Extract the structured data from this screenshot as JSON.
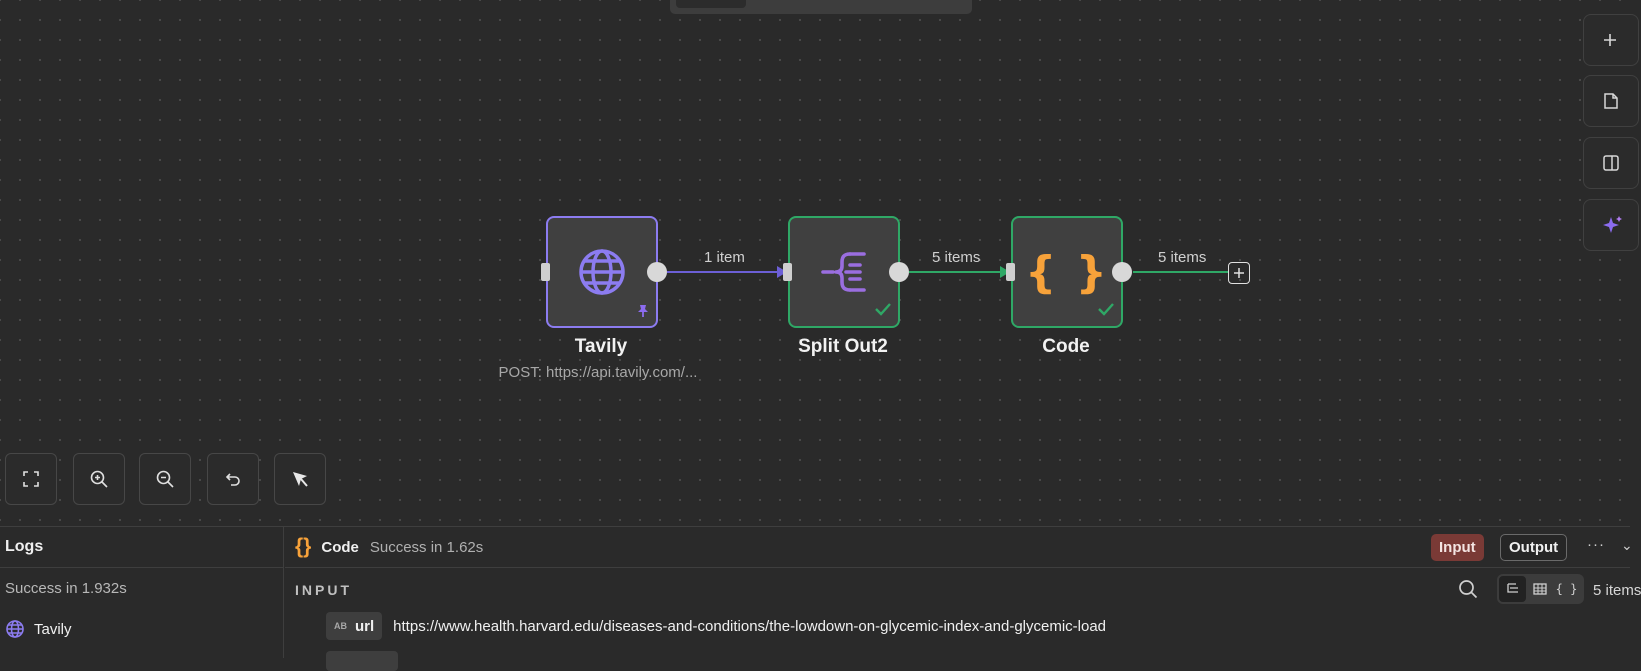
{
  "canvas": {
    "nodes": [
      {
        "id": "tavily",
        "label": "Tavily",
        "subtitle": "POST: https://api.tavily.com/...",
        "icon": "globe-icon",
        "color": "#8c7cf0",
        "pinned": true
      },
      {
        "id": "split",
        "label": "Split Out2",
        "icon": "split-out-icon",
        "color": "#2fa866",
        "success": true
      },
      {
        "id": "code",
        "label": "Code",
        "icon": "code-braces-icon",
        "color": "#2fa866",
        "success": true
      }
    ],
    "edges": [
      {
        "label": "1 item",
        "color": "#6c5fd6"
      },
      {
        "label": "5 items",
        "color": "#2fa866"
      },
      {
        "label": "5 items",
        "color": "#2fa866"
      }
    ],
    "right_toolbar": [
      "plus-icon",
      "sticky-note-icon",
      "panel-icon",
      "ai-sparkle-icon"
    ],
    "controls": [
      "fit-view-icon",
      "zoom-in-icon",
      "zoom-out-icon",
      "reset-zoom-icon",
      "tidy-up-icon"
    ]
  },
  "logs": {
    "title": "Logs",
    "status": "Success in 1.932s",
    "item_label": "Tavily"
  },
  "detail": {
    "node_name": "Code",
    "status": "Success in 1.62s",
    "input_tab": "Input",
    "output_tab": "Output",
    "more": "···",
    "section_label": "INPUT",
    "item_count": "5 items",
    "rows": [
      {
        "type": "AB",
        "key": "url",
        "value": "https://www.health.harvard.edu/diseases-and-conditions/the-lowdown-on-glycemic-index-and-glycemic-load"
      }
    ]
  },
  "colors": {
    "accent_input": "#7a3a36",
    "success": "#2fa866",
    "purple": "#8c7cf0",
    "code_orange": "#f7a23a"
  }
}
